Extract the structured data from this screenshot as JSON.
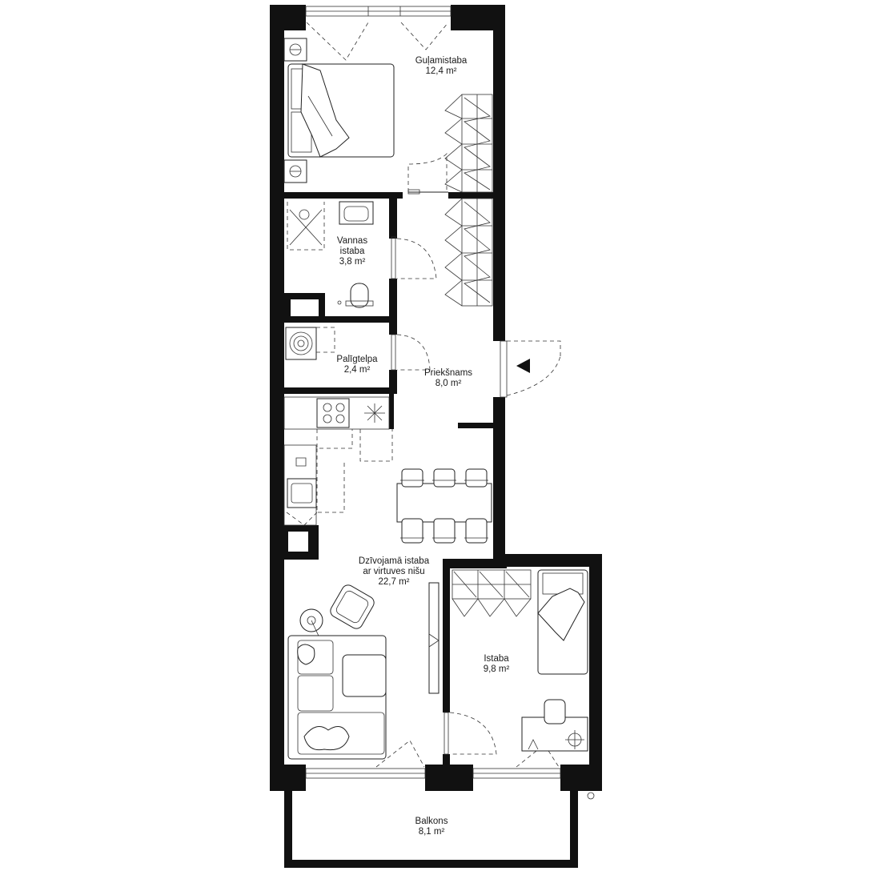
{
  "colors": {
    "wall": "#111111",
    "line": "#222222",
    "background": "#ffffff"
  },
  "rooms": {
    "bedroom": {
      "name": "Guļamistaba",
      "area": "12,4 m²"
    },
    "bathroom": {
      "name_line1": "Vannas",
      "name_line2": "istaba",
      "area": "3,8 m²"
    },
    "utility": {
      "name": "Palīgtelpa",
      "area": "2,4 m²"
    },
    "hallway": {
      "name": "Priekšnams",
      "area": "8,0 m²"
    },
    "living": {
      "name_line1": "Dzīvojamā istaba",
      "name_line2": "ar virtuves nišu",
      "area": "22,7 m²"
    },
    "room": {
      "name": "Istaba",
      "area": "9,8 m²"
    },
    "balcony": {
      "name": "Balkons",
      "area": "8,1 m²"
    }
  },
  "icons": {
    "entrance": "entrance-arrow-icon",
    "boiler": "boiler-spiral-icon"
  }
}
